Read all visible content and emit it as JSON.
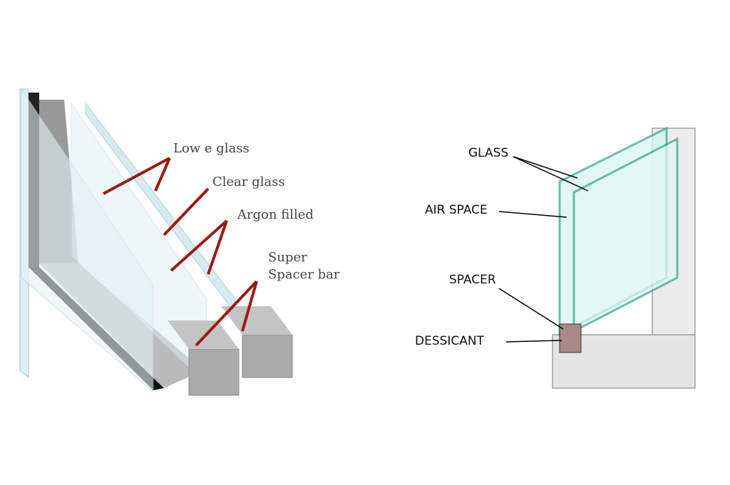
{
  "left_diagram": {
    "labels": [
      "Low e glass",
      "Clear glass",
      "Argon filled",
      "Super\nSpacer bar"
    ]
  },
  "right_diagram": {
    "labels": [
      "GLASS",
      "AIR SPACE",
      "SPACER",
      "DESSICANT"
    ]
  },
  "colors": {
    "arrow": "#9b1a12",
    "glass_edge": "#2aa58a",
    "frame": "#d9d9d9"
  }
}
